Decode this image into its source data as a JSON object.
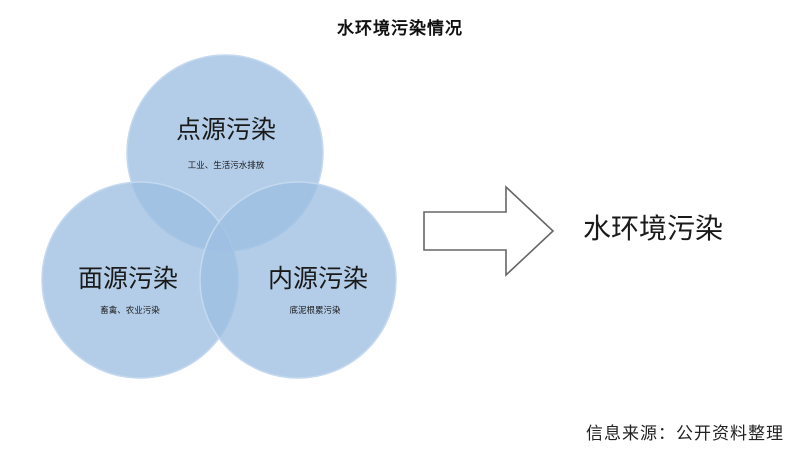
{
  "title": "水环境污染情况",
  "circles": [
    {
      "id": "point",
      "label": "点源污染",
      "sublabel": "工业、生活污水排放"
    },
    {
      "id": "area",
      "label": "面源污染",
      "sublabel": "畜禽、农业污染"
    },
    {
      "id": "internal",
      "label": "内源污染",
      "sublabel": "底泥根累污染"
    }
  ],
  "result": "水环境污染",
  "source": "信息来源：公开资料整理",
  "colors": {
    "circle_fill": "#9ebfe3",
    "circle_stroke": "#c4d8ee",
    "arrow_stroke": "#666666"
  }
}
